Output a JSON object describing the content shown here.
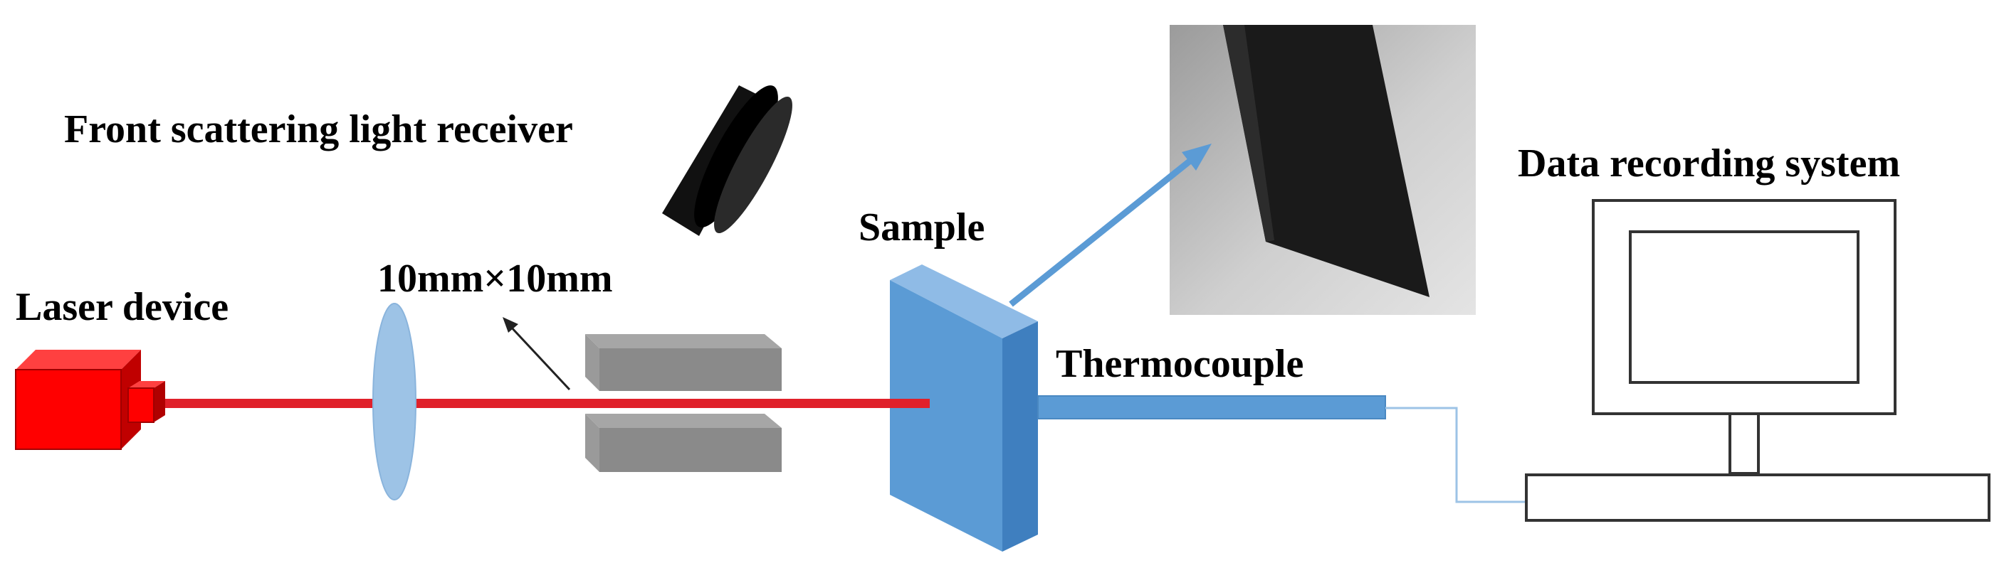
{
  "labels": {
    "receiver": "Front scattering light receiver",
    "beam_size": "10mm×10mm",
    "laser": "Laser device",
    "sample": "Sample",
    "thermocouple": "Thermocouple",
    "data_system": "Data recording system"
  },
  "colors": {
    "laser_red": "#ff0000",
    "beam_red": "#e0202a",
    "sample_blue": "#5b9bd5",
    "lens_blue": "#9dc3e6",
    "block_gray": "#888888",
    "receiver_black": "#111111",
    "arrow_blue": "#5b9bd5"
  }
}
